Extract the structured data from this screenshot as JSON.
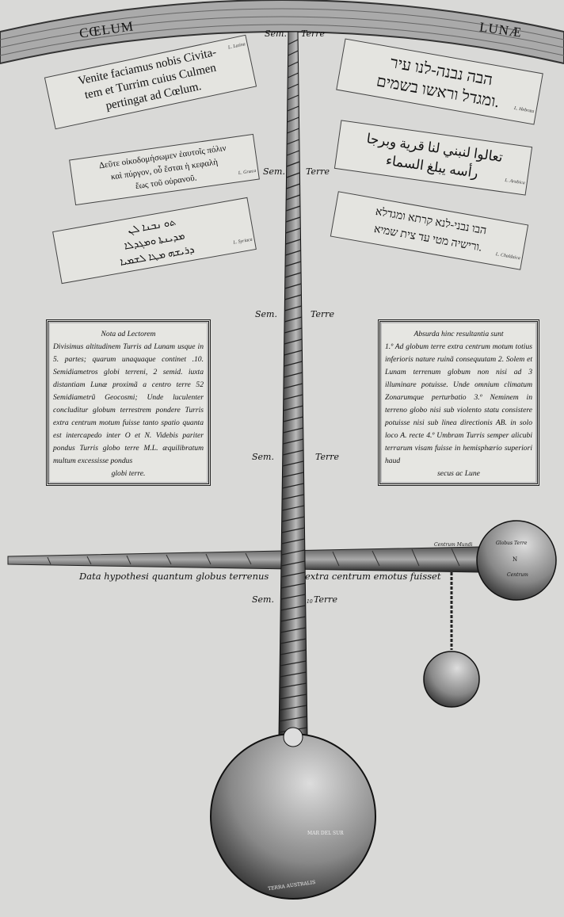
{
  "heaven_band": {
    "left": "CŒLUM",
    "right": "LUNÆ"
  },
  "scrolls": [
    {
      "language_label": "L. Latina",
      "text_lines": [
        "Venite faciamus nobis Civita-",
        "tem et Turrim cuius Culmen",
        "pertingat ad Cœlum."
      ]
    },
    {
      "language_label": "L. Græca",
      "text_lines": [
        "Δεῦτε οἰκοδομήσωμεν ἑαυτοῖς πόλιν",
        "καὶ πύργον, οὗ ἔσται ἡ κεφαλὴ",
        "ἕως τοῦ οὐρανοῦ."
      ]
    },
    {
      "language_label": "L. Syriaca",
      "text_lines": [
        "ܬܘ ܢܒܢܐ ܠܢ",
        "ܡܕܝܢܬܐ ܘܡܓܕܠܐ",
        "ܕܪܝܫܗ ܡܛܐ ܠܫܡܝܐ"
      ]
    },
    {
      "language_label": "L. Hebræa",
      "text_lines": [
        "הבה נבנה-לנו עיר",
        "ומגדל וראשו בשמים."
      ]
    },
    {
      "language_label": "L. Arabica",
      "text_lines": [
        "تعالوا لنبني لنا قرية وبرجا",
        "رأسه يبلغ السماء"
      ]
    },
    {
      "language_label": "L. Chaldaica",
      "text_lines": [
        "הבו נבני-לנא קרתא ומגדלא",
        "ורישיה מטי עד צית שמיא."
      ]
    }
  ],
  "scale_labels": [
    {
      "left": "Sem.",
      "right": "Terre"
    },
    {
      "left": "Sem.",
      "right": "Terre"
    },
    {
      "left": "Sem.",
      "right": "Terre"
    },
    {
      "left": "Sem.",
      "right": "Terre"
    },
    {
      "left": "Sem.",
      "right": "Terre",
      "number": "10"
    }
  ],
  "note_left": {
    "title": "Nota ad Lectorem",
    "body": "Divisimus altitudinem Turris ad Lunam usque in 5. partes; quarum unaquaque continet .10. Semidiametros globi terreni, 2 semid. iuxta distantiam Lunæ proximã a centro terre 52 Semidiametrũ Geocosmi; Unde luculenter concluditur globum terrestrem pondere Turris extra centrum motum fuisse tanto spatio quanta est intercapedo inter O et N. Videbis pariter pondus Turris globo terre M.L. æquilibratum multum excessisse pondus",
    "ending": "globi terre."
  },
  "note_right": {
    "title": "Absurda hinc resultantia sunt",
    "body": "1.º Ad globum terre extra centrum motum totius inferioris nature ruinã consequutam 2. Solem et Lunam terrenum globum non nisi ad 3 illuminare potuisse. Unde omnium climatum Zonarumque perturbatio 3.º Neminem in terreno globo nisi sub violento statu consistere potuisse nisi sub linea directionis AB. in solo loco A. recte 4.º Umbram Turris semper alicubi terrarum visam fuisse in hemisphærio superiori haud",
    "ending": "secus ac Lune"
  },
  "beam_caption": {
    "left": "Data hypothesi quantum globus terrenus",
    "right": "extra centrum emotus fuisset"
  },
  "globe_labels": {
    "centrum_mundi": "Centrum Mundi",
    "globus_terre": "Globus Terre",
    "n": "N",
    "centrum": "Centrum",
    "mar": "MAR DEL SUR",
    "terra": "TERRA AUSTRALIS"
  }
}
